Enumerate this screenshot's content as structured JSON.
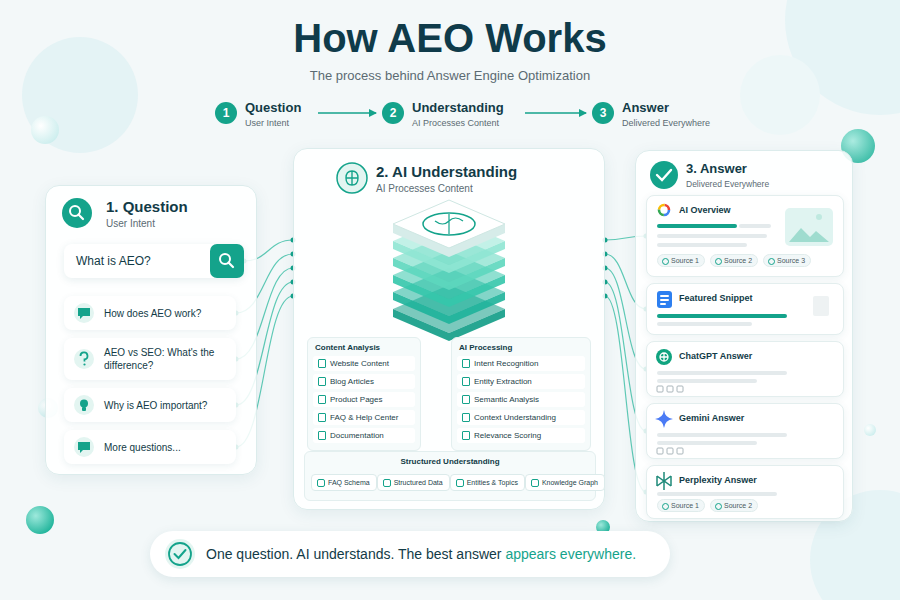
{
  "diagram": {
    "title": "How AEO Works",
    "nodes": [
      {
        "text": [
          "1",
          "Question",
          "User Intent"
        ]
      },
      {
        "text": [
          "2",
          "Understanding",
          "AI Processes Content"
        ]
      },
      {
        "text": [
          "3",
          "Answer",
          "Delivered Everywhere"
        ]
      },
      {
        "text": [
          "1. Question",
          "User Intent"
        ]
      },
      {
        "text": [
          "What is AEO?"
        ],
        "in": 3
      },
      {
        "text": [
          "How does AEO work?"
        ],
        "in": 3
      },
      {
        "text": [
          "AEO vs SEO: What's the difference?"
        ],
        "in": 3
      },
      {
        "text": [
          "Why is AEO important?"
        ],
        "in": 3
      },
      {
        "text": [
          "More questions..."
        ],
        "in": 3
      },
      {
        "text": [
          "2. AI Understanding",
          "AI Processes Content"
        ]
      },
      {
        "text": [
          "Content Analysis",
          "Website Content",
          "Blog Articles",
          "Product Pages",
          "FAQ & Help Center",
          "Documentation"
        ],
        "in": 9
      },
      {
        "text": [
          "AI Processing",
          "Intent Recognition",
          "Entity Extraction",
          "Semantic Analysis",
          "Context Understanding",
          "Relevance Scoring"
        ],
        "in": 9
      },
      {
        "text": [
          "Structured Understanding"
        ],
        "in": 9
      },
      {
        "text": [
          "FAQ Schema"
        ],
        "in": 12
      },
      {
        "text": [
          "Structured Data"
        ],
        "in": 12
      },
      {
        "text": [
          "Entities & Topics"
        ],
        "in": 12
      },
      {
        "text": [
          "Knowledge Graph"
        ],
        "in": 12
      },
      {
        "text": [
          "3. Answer",
          "Delivered Everywhere"
        ]
      },
      {
        "text": [
          "AI Overview"
        ],
        "in": 17
      },
      {
        "text": [
          "Source 1"
        ],
        "in": 18
      },
      {
        "text": [
          "Source 2"
        ],
        "in": 18
      },
      {
        "text": [
          "Source 3"
        ],
        "in": 18
      },
      {
        "text": [
          "Featured Snippet"
        ],
        "in": 17
      },
      {
        "text": [
          "ChatGPT Answer"
        ],
        "in": 17
      },
      {
        "text": [
          "Gemini Answer"
        ],
        "in": 17
      },
      {
        "text": [
          "Perplexity Answer"
        ],
        "in": 17
      },
      {
        "text": [
          "Source 1"
        ],
        "in": 25
      },
      {
        "text": [
          "Source 2"
        ],
        "in": 25
      },
      {
        "text": [
          "One question. AI understands. The best answer",
          "appears everywhere."
        ]
      }
    ],
    "edges": [
      {
        "from": 0,
        "to": 1,
        "arrow": "to"
      },
      {
        "from": 1,
        "to": 2,
        "arrow": "to"
      },
      {
        "from": 4,
        "to": 9,
        "arrow": "none"
      },
      {
        "from": 5,
        "to": 9,
        "arrow": "none"
      },
      {
        "from": 6,
        "to": 9,
        "arrow": "none"
      },
      {
        "from": 7,
        "to": 9,
        "arrow": "none"
      },
      {
        "from": 8,
        "to": 9,
        "arrow": "none"
      },
      {
        "from": 9,
        "to": 18,
        "arrow": "none"
      },
      {
        "from": 9,
        "to": 22,
        "arrow": "none"
      },
      {
        "from": 9,
        "to": 23,
        "arrow": "none"
      },
      {
        "from": 9,
        "to": 24,
        "arrow": "none"
      },
      {
        "from": 9,
        "to": 25,
        "arrow": "none"
      }
    ],
    "labels": [
      "The process behind Answer Engine Optimization"
    ]
  }
}
